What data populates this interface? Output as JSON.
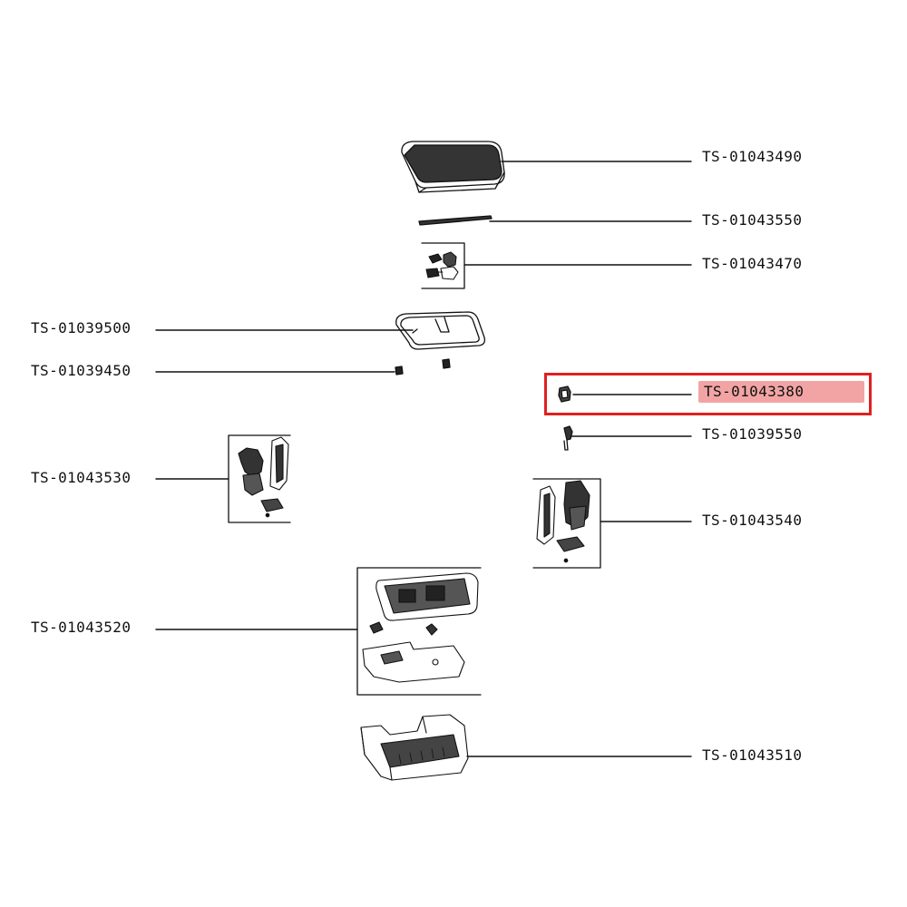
{
  "labels": {
    "top_grill_plate": "TS-01043490",
    "seal_strip": "TS-01043550",
    "hinge_clips": "TS-01043470",
    "heating_element": "TS-01039500",
    "element_brackets": "TS-01039450",
    "small_clip": "TS-01043380",
    "sensor_probe": "TS-01039550",
    "left_hinge_assembly": "TS-01043530",
    "right_hinge_assembly": "TS-01043540",
    "bottom_plate_assembly": "TS-01043520",
    "base_housing": "TS-01043510"
  },
  "selected_part": "small_clip",
  "colors": {
    "line": "#111111",
    "selection_border": "#e02020",
    "selection_fill": "#e85a5a"
  }
}
